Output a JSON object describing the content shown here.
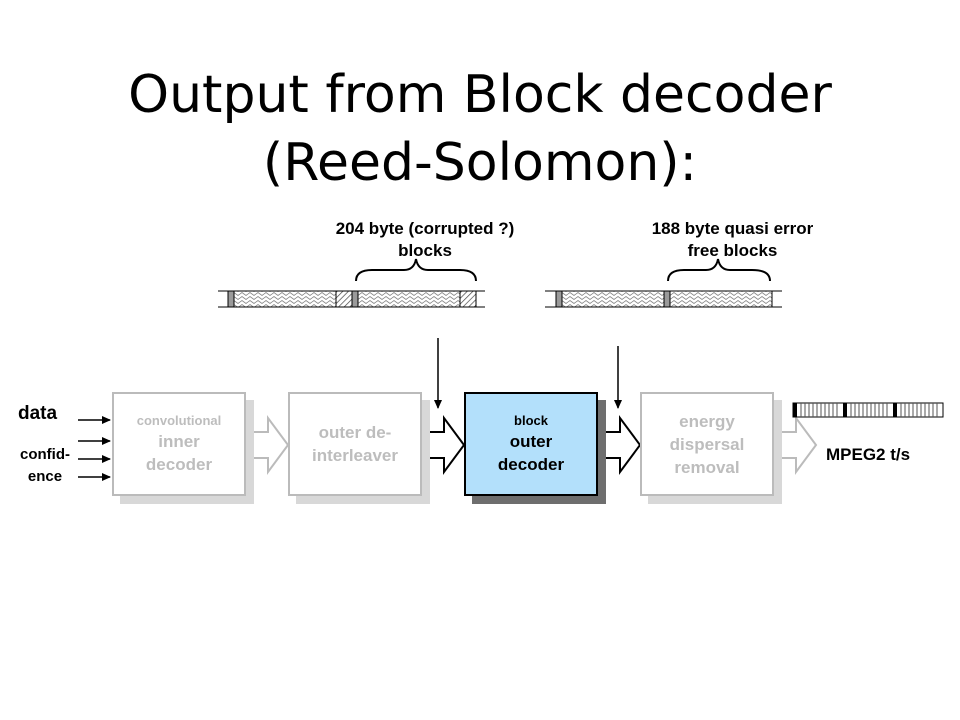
{
  "title": {
    "line1": "Output from Block decoder",
    "line2": "(Reed-Solomon):"
  },
  "captions": {
    "left_line1": "204 byte (corrupted ?)",
    "left_line2": "blocks",
    "right_line1": "188 byte quasi error",
    "right_line2": "free blocks"
  },
  "inputs": {
    "data": "data",
    "confidence_line1": "confid-",
    "confidence_line2": "ence"
  },
  "blocks": [
    {
      "line1": "convolutional",
      "line2": "inner",
      "line3": "decoder"
    },
    {
      "line1": "outer de-",
      "line2": "interleaver"
    },
    {
      "line1": "block",
      "line2": "outer",
      "line3": "decoder"
    },
    {
      "line1": "energy",
      "line2": "dispersal",
      "line3": "removal"
    }
  ],
  "output_label": "MPEG2 t/s",
  "colors": {
    "active_fill": "#b3e0fb",
    "inactive_text": "#bdbdbd",
    "inactive_border": "#bbbbbb"
  }
}
